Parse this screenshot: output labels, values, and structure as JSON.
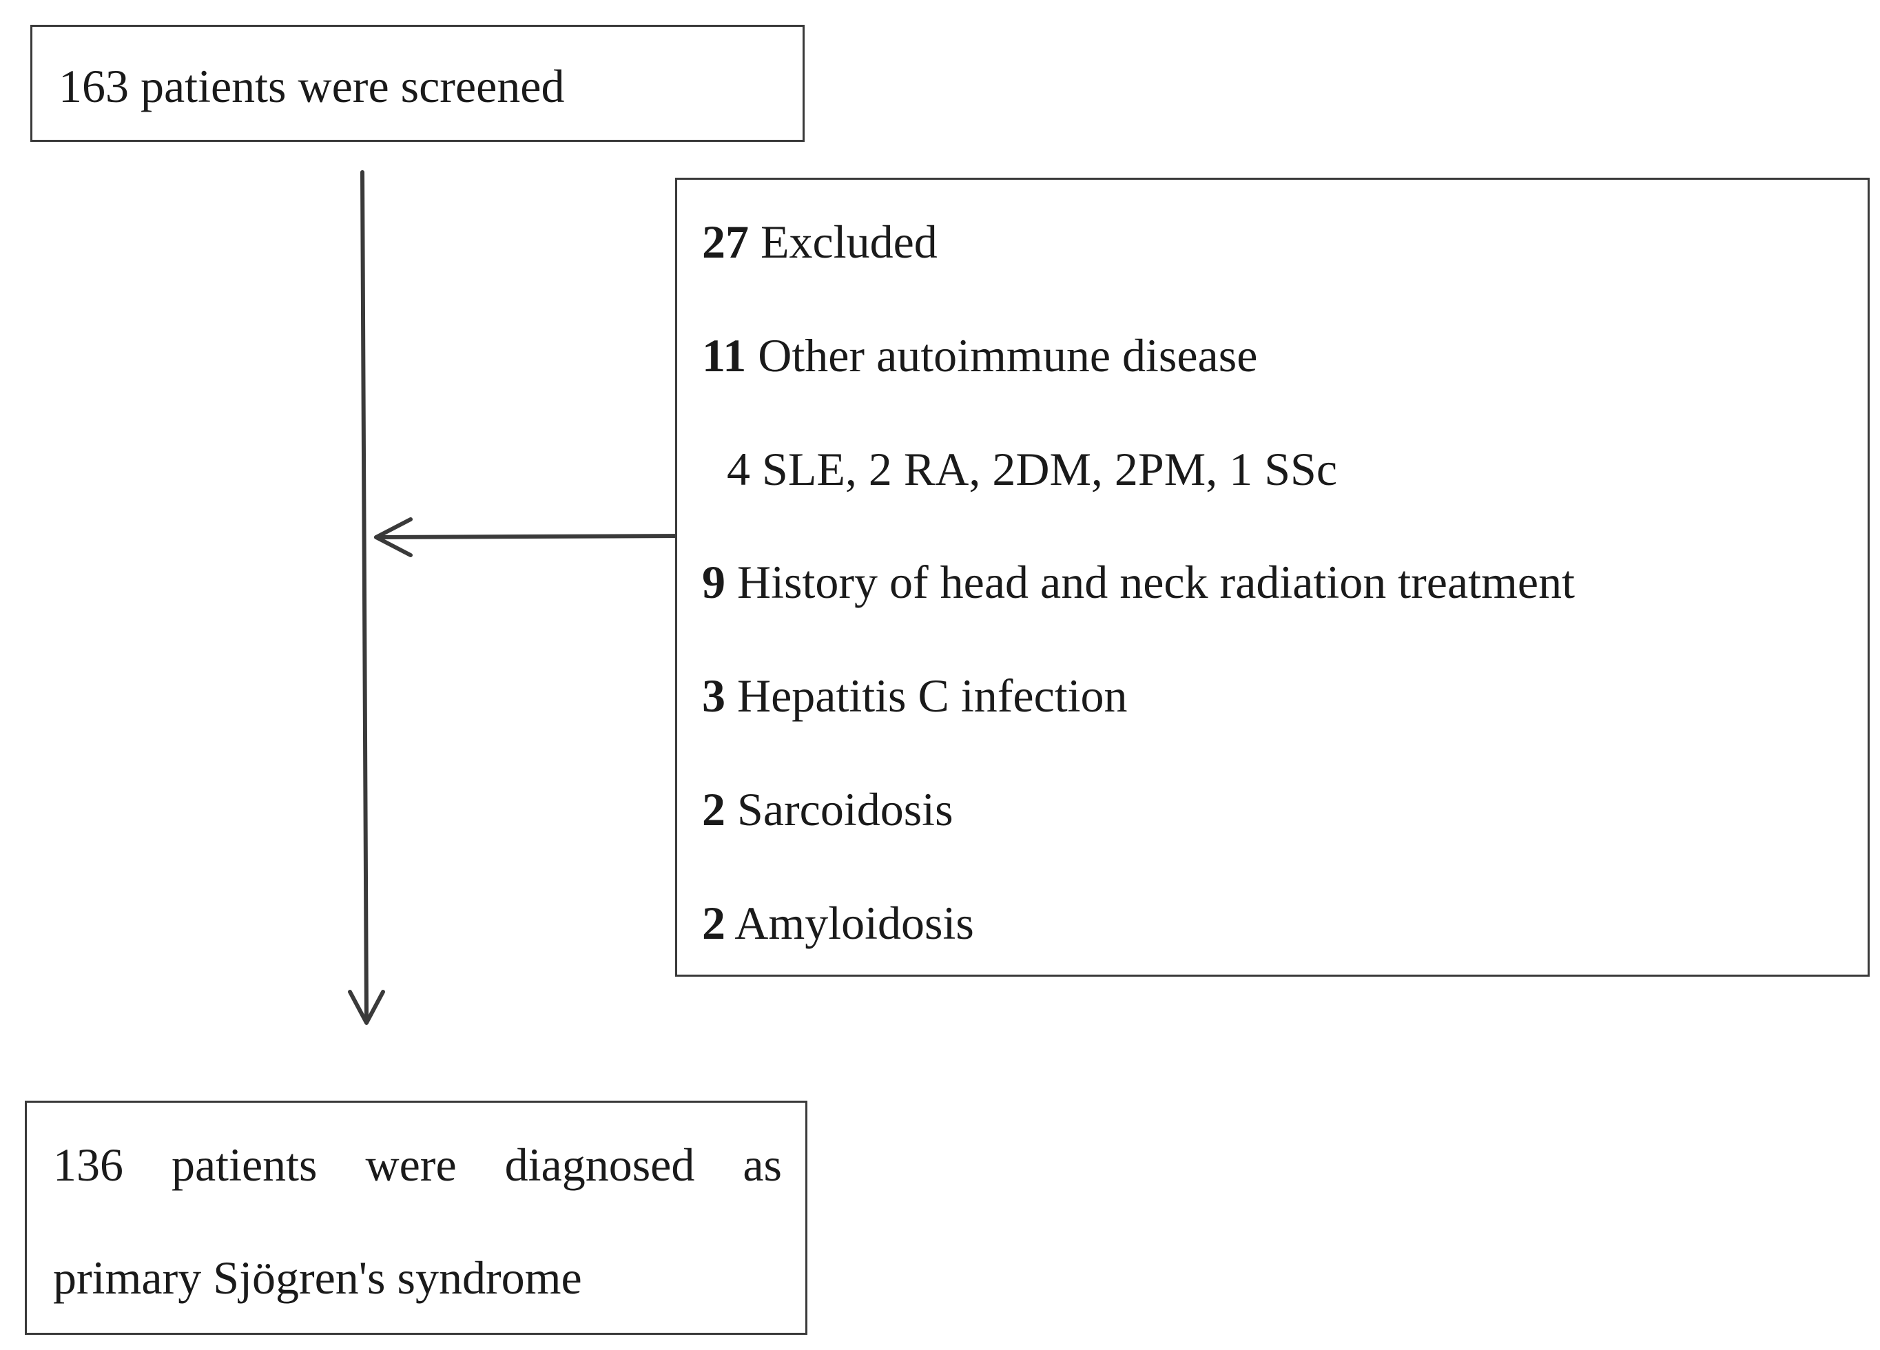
{
  "flowchart": {
    "screened": {
      "text": "163 patients were screened"
    },
    "excluded": {
      "lines": [
        {
          "count": "27",
          "label": "Excluded"
        },
        {
          "count": "11",
          "label": "Other autoimmune disease"
        },
        {
          "count": "",
          "label": "4 SLE, 2 RA, 2DM, 2PM, 1 SSc"
        },
        {
          "count": "9",
          "label": "History of head and neck radiation treatment"
        },
        {
          "count": "3",
          "label": "Hepatitis C infection"
        },
        {
          "count": "2",
          "label": "Sarcoidosis"
        },
        {
          "count": "2",
          "label": "Amyloidosis"
        }
      ]
    },
    "diagnosed": {
      "line1": "136 patients were diagnosed as",
      "line2": "primary Sjögren's syndrome"
    }
  },
  "colors": {
    "border": "#3a3a3a",
    "arrow": "#3a3a3a",
    "text": "#1a1a1a",
    "background": "#ffffff"
  }
}
